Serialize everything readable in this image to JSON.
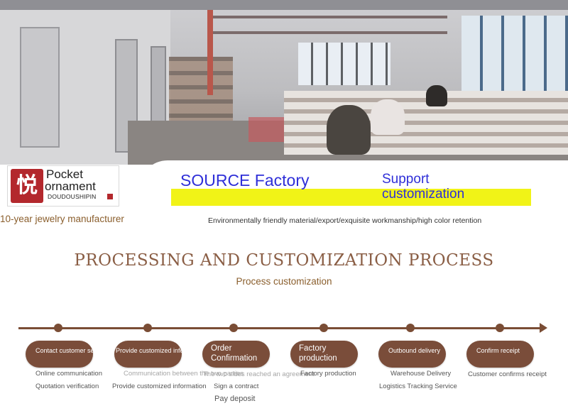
{
  "logo": {
    "glyph": "悦",
    "line1": "Pocket",
    "line2": "ornament",
    "sub": "DOUDOUSHIPIN",
    "accent": "#b3282d"
  },
  "tagline": "10-year jewelry manufacturer",
  "header": {
    "source_factory": "SOURCE Factory",
    "support": "Support customization",
    "description": "Environmentally friendly material/export/exquisite workmanship/high color retention",
    "text_color": "#2f2fd8",
    "highlight_color": "#f1f317"
  },
  "process": {
    "title": "PROCESSING AND CUSTOMIZATION PROCESS",
    "subtitle": "Process customization",
    "accent": "#7a4d3a",
    "steps": [
      {
        "label": "Contact customer service"
      },
      {
        "label": "Provide customized information"
      },
      {
        "label": "Order Confirmation"
      },
      {
        "label": "Factory production"
      },
      {
        "label": "Outbound delivery"
      },
      {
        "label": "Confirm receipt"
      }
    ],
    "notes": {
      "online_communication": "Online communication",
      "quotation_verification": "Quotation verification",
      "communication_between": "Communication between the two parties",
      "provide_info": "Provide customized information",
      "agreement": "The two sides reached an agreement",
      "sign_contract": "Sign a contract",
      "pay_deposit": "Pay deposit",
      "factory_production": "Factory production",
      "warehouse_delivery": "Warehouse Delivery",
      "logistics_tracking": "Logistics Tracking Service",
      "customer_confirms": "Customer confirms receipt"
    }
  }
}
